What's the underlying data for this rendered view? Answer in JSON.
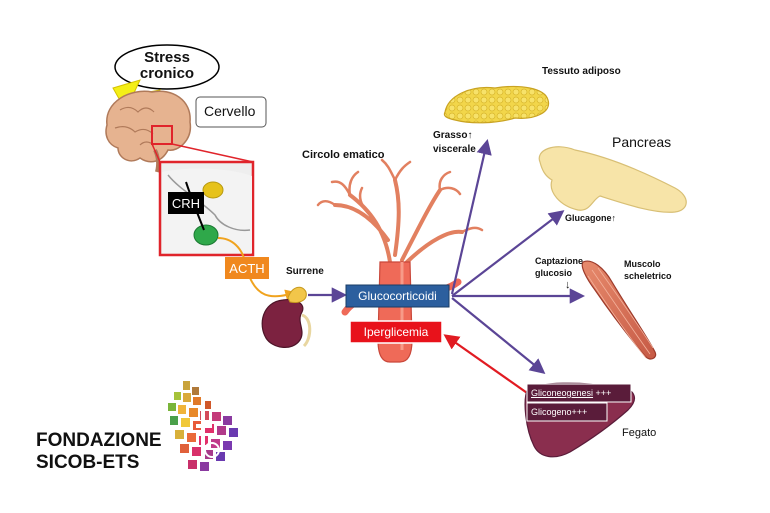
{
  "labels": {
    "stress": [
      "Stress",
      "cronico"
    ],
    "cervello": "Cervello",
    "crh": "CRH",
    "acth": "ACTH",
    "surrene": "Surrene",
    "circolo": "Circolo ematico",
    "glucocorticoidi": "Glucocorticoidi",
    "iperglicemia": "Iperglicemia",
    "tessuto_adiposo": "Tessuto adiposo",
    "grasso": [
      "Grasso",
      "viscerale"
    ],
    "pancreas": "Pancreas",
    "glucagone": "Glucagone",
    "captazione": [
      "Captazione",
      "glucosio"
    ],
    "muscolo": [
      "Muscolo",
      "scheletrico"
    ],
    "gliconeogenesi": "Gliconeogenesi",
    "gliconeogenesi_suffix": " +++",
    "glicogeno": "Glicogeno+++",
    "fegato": "Fegato",
    "up_arrow": "↑",
    "down_arrow": "↓"
  },
  "logo": [
    "FONDAZIONE",
    "SICOB-ETS"
  ],
  "colors": {
    "glucocorticoidi_box": "#2c5f9e",
    "iperglicemia_box": "#e8121b",
    "acth_box": "#f0881e",
    "crh_box": "#000000",
    "liver_box": "#5a1c3a",
    "red_frame": "#e0242b",
    "purple_arrow": "#5b4596",
    "red_arrow": "#e11b22"
  }
}
